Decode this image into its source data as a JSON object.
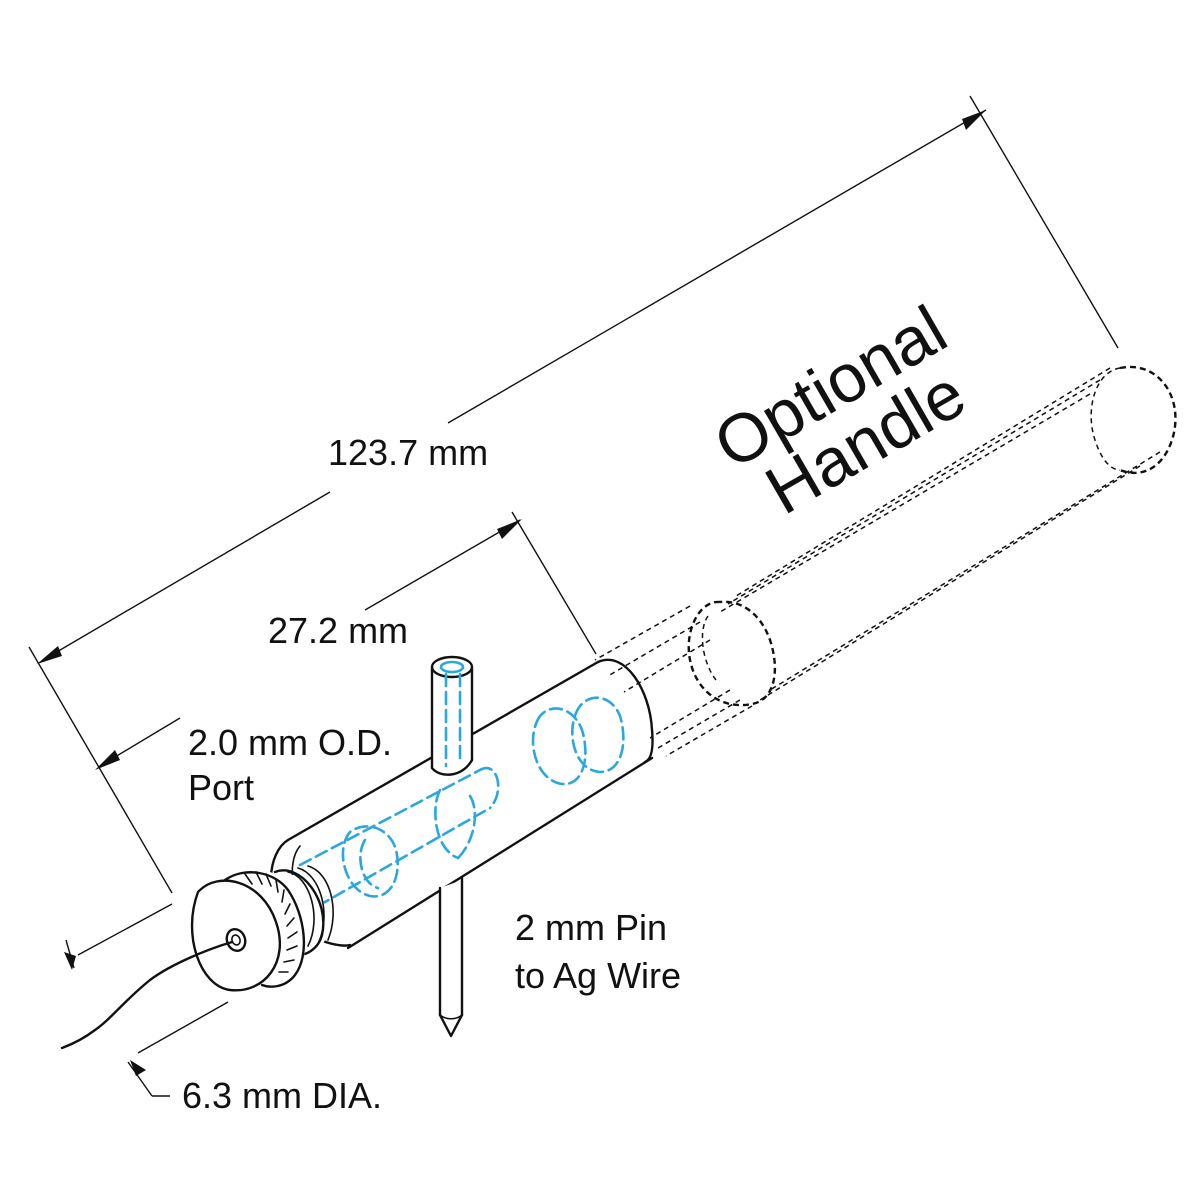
{
  "labels": {
    "overall_length": "123.7 mm",
    "body_length": "27.2 mm",
    "port_line1": "2.0 mm O.D.",
    "port_line2": "Port",
    "pin_line1": "2 mm Pin",
    "pin_line2": "to Ag Wire",
    "diameter": "6.3 mm DIA.",
    "handle_line1": "Optional",
    "handle_line2": "Handle"
  },
  "colors": {
    "ink": "#111111",
    "hidden_lines": "#2aa7de",
    "background": "#ffffff"
  }
}
